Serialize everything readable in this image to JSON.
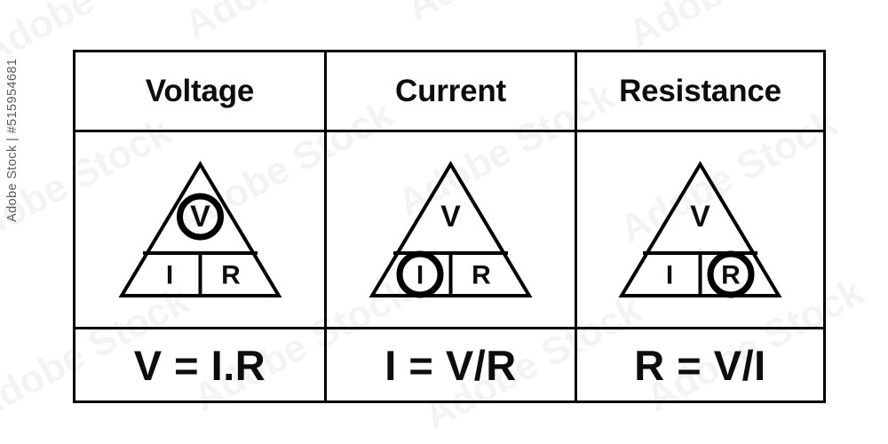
{
  "credit": {
    "text": "Adobe Stock | #515954681"
  },
  "watermark": {
    "text": "Adobe Stock"
  },
  "table": {
    "columns": [
      {
        "id": "voltage",
        "header": "Voltage",
        "equation": "V = I.R",
        "diagram": {
          "name": "ohms-law-triangle-voltage",
          "top_symbol": "V",
          "bottom_left_symbol": "I",
          "bottom_right_symbol": "R",
          "circled_symbol": "V"
        }
      },
      {
        "id": "current",
        "header": "Current",
        "equation": "I = V/R",
        "diagram": {
          "name": "ohms-law-triangle-current",
          "top_symbol": "V",
          "bottom_left_symbol": "I",
          "bottom_right_symbol": "R",
          "circled_symbol": "I"
        }
      },
      {
        "id": "resistance",
        "header": "Resistance",
        "equation": "R = V/I",
        "diagram": {
          "name": "ohms-law-triangle-resistance",
          "top_symbol": "V",
          "bottom_left_symbol": "I",
          "bottom_right_symbol": "R",
          "circled_symbol": "R"
        }
      }
    ]
  },
  "colors": {
    "ink": "#000000",
    "background": "#ffffff",
    "credit_text": "#5a5a5a"
  }
}
